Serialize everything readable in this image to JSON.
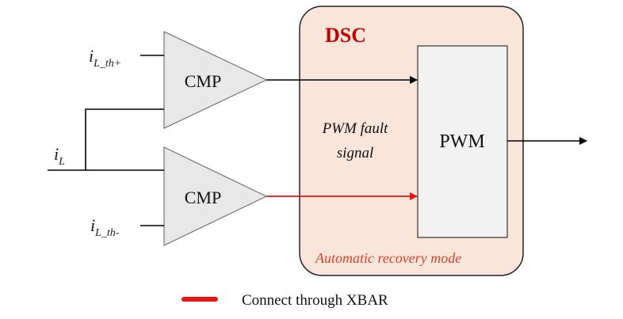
{
  "dsc_block": {
    "title": "DSC",
    "mode_label": "Automatic recovery mode"
  },
  "pwm_block": {
    "label": "PWM"
  },
  "comparators": [
    {
      "label": "CMP"
    },
    {
      "label": "CMP"
    }
  ],
  "fault_signal": {
    "line1": "PWM fault",
    "line2": "signal"
  },
  "inputs": {
    "upper_threshold": {
      "base": "i",
      "subscript": "L_th+"
    },
    "current": {
      "base": "i",
      "subscript": "L"
    },
    "lower_threshold": {
      "base": "i",
      "subscript": "L_th-"
    }
  },
  "legend": {
    "label": "Connect through XBAR"
  },
  "colors": {
    "dsc_fill": "#fae5db",
    "dsc_title": "#c00000",
    "xbar_line": "#ee1111",
    "comparator_fill": "#e8e8e8",
    "mode_text": "#d8432f"
  }
}
